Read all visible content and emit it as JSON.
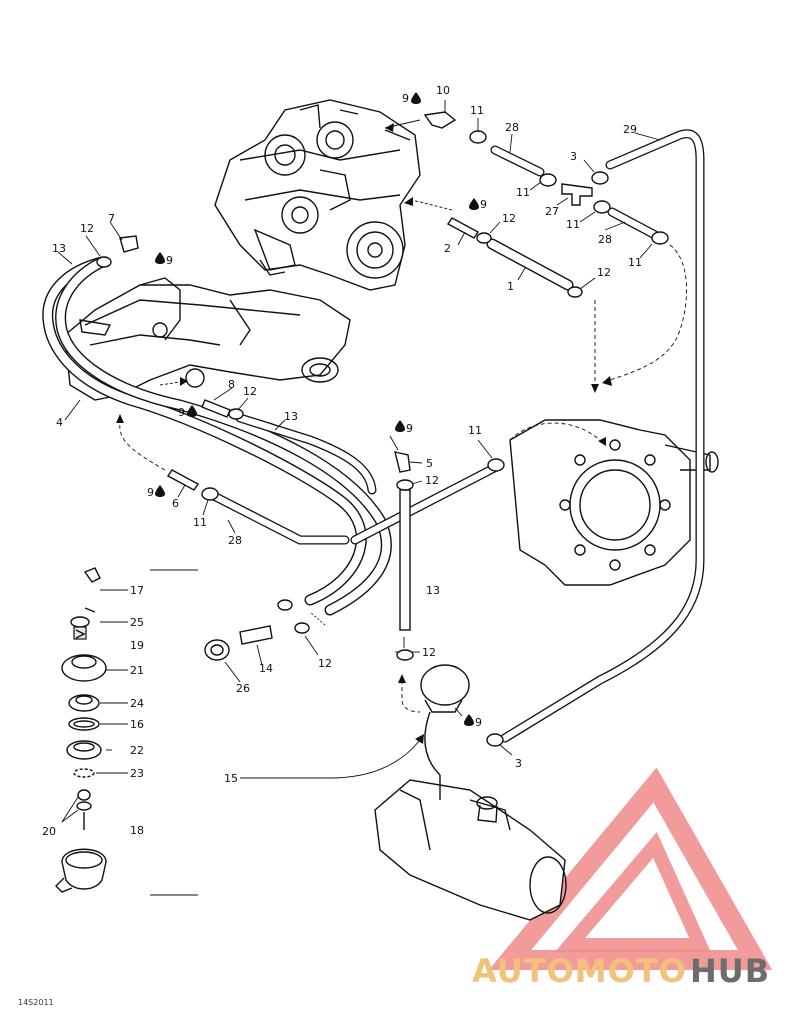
{
  "diagram_code": "14S2011",
  "watermark": {
    "word_a": "AUTOMOTO",
    "word_b": "HUB",
    "color_a": "#f2c27a",
    "color_b": "#6d6d6d",
    "triangle_color": "#f08a8a"
  },
  "labels": {
    "l1": "1",
    "l2": "2",
    "l3a": "3",
    "l3b": "3",
    "l4": "4",
    "l5": "5",
    "l6": "6",
    "l7": "7",
    "l8": "8",
    "l9a": "9",
    "l9b": "9",
    "l9c": "9",
    "l9d": "9",
    "l9e": "9",
    "l9f": "9",
    "l9g": "9",
    "l10": "10",
    "l11a": "11",
    "l11b": "11",
    "l11c": "11",
    "l11d": "11",
    "l11e": "11",
    "l11f": "11",
    "l12a": "12",
    "l12b": "12",
    "l12c": "12",
    "l12d": "12",
    "l12e": "12",
    "l12f": "12",
    "l12g": "12",
    "l13a": "13",
    "l13b": "13",
    "l13c": "13",
    "l14": "14",
    "l15": "15",
    "l16": "16",
    "l17": "17",
    "l18": "18",
    "l19": "19",
    "l20": "20",
    "l21": "21",
    "l22": "22",
    "l23": "23",
    "l24": "24",
    "l25": "25",
    "l26": "26",
    "l27": "27",
    "l28a": "28",
    "l28b": "28",
    "l28c": "28",
    "l29": "29"
  }
}
